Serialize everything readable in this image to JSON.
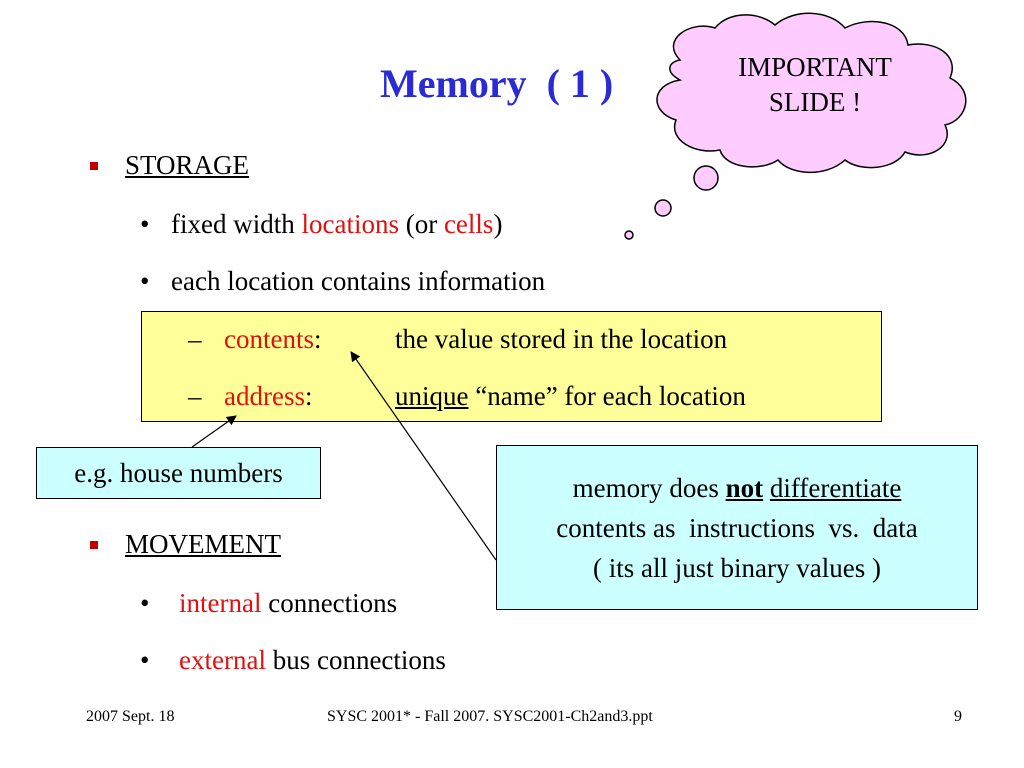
{
  "slide": {
    "title": "Memory  ( 1 )",
    "cloud_line1": "IMPORTANT",
    "cloud_line2": "SLIDE !"
  },
  "storage": {
    "heading": "STORAGE",
    "item1_a": "fixed width ",
    "item1_b": "locations",
    "item1_c": " (or ",
    "item1_d": "cells",
    "item1_e": ")",
    "item2": "each location contains information",
    "contents_term": "contents",
    "contents_colon": ":",
    "contents_desc": "the value stored in the location",
    "address_term": "address",
    "address_colon": ":",
    "address_desc_u": "unique",
    "address_desc_rest": " “name” for each location"
  },
  "callouts": {
    "house": "e.g. house numbers",
    "mem_line1_a": "memory does ",
    "mem_line1_b": "not",
    "mem_line1_c": " ",
    "mem_line1_d": "differentiate",
    "mem_line2": "contents as  instructions  vs.  data",
    "mem_line3": "( its all just binary values )"
  },
  "movement": {
    "heading": "MOVEMENT",
    "item1_a": "internal",
    "item1_b": " connections",
    "item2_a": "external",
    "item2_b": " bus connections"
  },
  "footer": {
    "date": "2007 Sept. 18",
    "course": "SYSC 2001* - Fall 2007. SYSC2001-Ch2and3.ppt",
    "page": "9"
  },
  "colors": {
    "title": "#2b2bd6",
    "accent_red": "#e01010",
    "bullet": "#c00000",
    "yellow_box": "#ffff99",
    "cyan_box": "#ccffff",
    "cloud": "#ffccff"
  }
}
